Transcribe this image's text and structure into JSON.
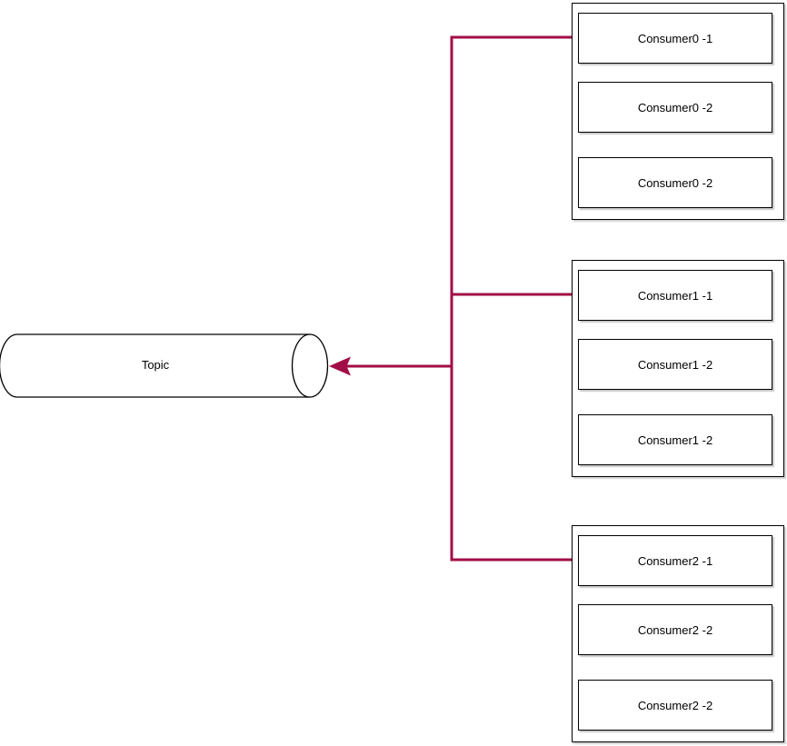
{
  "topic": {
    "label": "Topic"
  },
  "groups": [
    {
      "id": "consumer-group-0",
      "boxes": [
        "Consumer0 -1",
        "Consumer0 -2",
        "Consumer0 -2"
      ]
    },
    {
      "id": "consumer-group-1",
      "boxes": [
        "Consumer1 -1",
        "Consumer1 -2",
        "Consumer1 -2"
      ]
    },
    {
      "id": "consumer-group-2",
      "boxes": [
        "Consumer2 -1",
        "Consumer2 -2",
        "Consumer2 -2"
      ]
    }
  ],
  "colors": {
    "connector": "#A20D47",
    "shape_border": "#000000",
    "background": "#FFFFFF"
  }
}
